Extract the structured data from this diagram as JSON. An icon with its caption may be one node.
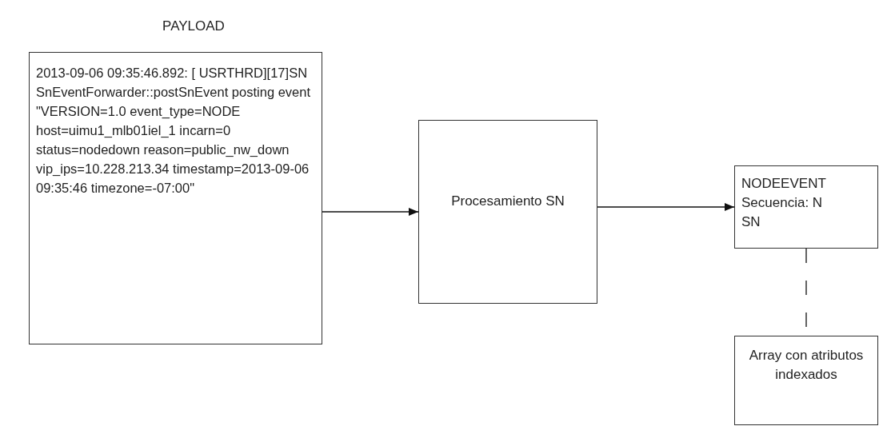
{
  "diagram": {
    "nodes": [
      {
        "text": [
          "PAYLOAD",
          "2013-09-06 09:35:46.892: [ USRTHRD][17]SN SnEventForwarder::postSnEvent posting event \"VERSION=1.0 event_type=NODE host=uimu1_mlb01iel_1 incarn=0 status=nodedown reason=public_nw_down vip_ips=10.228.213.34 timestamp=2013-09-06 09:35:46 timezone=-07:00\""
        ]
      },
      {
        "text": [
          "Procesamiento SN"
        ]
      },
      {
        "text": [
          "NODEEVENT",
          "Secuencia: N",
          "SN"
        ]
      },
      {
        "text": [
          "Array con atributos indexados"
        ]
      }
    ],
    "edges": [
      {
        "from": 0,
        "to": 1,
        "arrow": "to"
      },
      {
        "from": 1,
        "to": 2,
        "arrow": "to"
      },
      {
        "from": 2,
        "to": 3,
        "arrow": "none",
        "style": "dashed"
      }
    ]
  }
}
